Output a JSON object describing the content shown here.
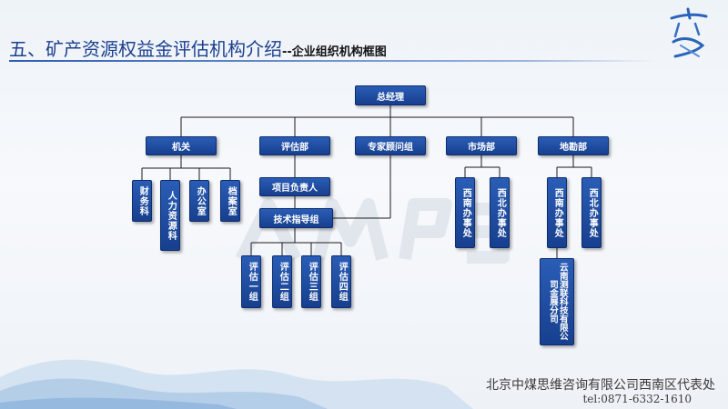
{
  "slide": {
    "title": "五、矿产资源权益金评估机构介绍",
    "subtitle": "--企业组织机构框图"
  },
  "org": {
    "root": "总经理",
    "jiguan": "机关",
    "pinggu": "评估部",
    "zhuanjia": "专家顾问组",
    "shichang": "市场部",
    "dikan": "地勘部",
    "caiwu": "财务科",
    "renli": "人力资源科",
    "bangong": "办公室",
    "dangan": "档案室",
    "xiangmu": "项目负责人",
    "jishu": "技术指导组",
    "pinggu1": "评估一组",
    "pinggu2": "评估二组",
    "pinggu3": "评估三组",
    "pinggu4": "评估四组",
    "sc_xinan": "西南办事处",
    "sc_xibei": "西北办事处",
    "dk_xinan": "西南办事处",
    "dk_xibei": "西北办事处",
    "yunnan": "云南测联科技有限公司金展分司"
  },
  "footer": {
    "company": "北京中煤思维咨询有限公司西南区代表处",
    "phone": "tel:0871-6332-1610"
  },
  "colors": {
    "node": "#1f4ea3",
    "title": "#1b3f8f",
    "connector": "#1a1a1a"
  }
}
